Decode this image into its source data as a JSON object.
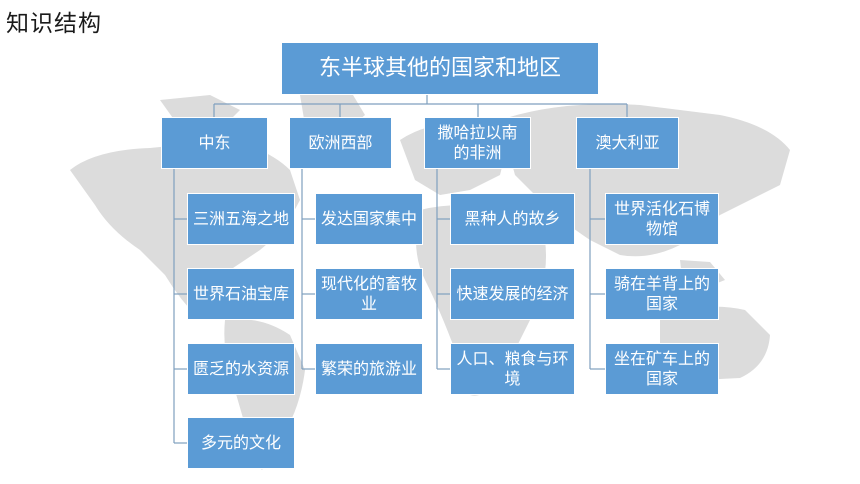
{
  "page_title": "知识结构",
  "root": "东半球其他的国家和地区",
  "categories": [
    {
      "label": "中东",
      "items": [
        "三洲五海之地",
        "世界石油宝库",
        "匮乏的水资源",
        "多元的文化"
      ]
    },
    {
      "label": "欧洲西部",
      "items": [
        "发达国家集中",
        "现代化的畜牧业",
        "繁荣的旅游业"
      ]
    },
    {
      "label": "撒哈拉以南的非洲",
      "items": [
        "黑种人的故乡",
        "快速发展的经济",
        "人口、粮食与环境"
      ]
    },
    {
      "label": "澳大利亚",
      "items": [
        "世界活化石博物馆",
        "骑在羊背上的国家",
        "坐在矿车上的国家"
      ]
    }
  ],
  "colors": {
    "box_fill": "#5b9bd5",
    "connector": "#7f9fbf",
    "map": "#d9d9d9"
  }
}
